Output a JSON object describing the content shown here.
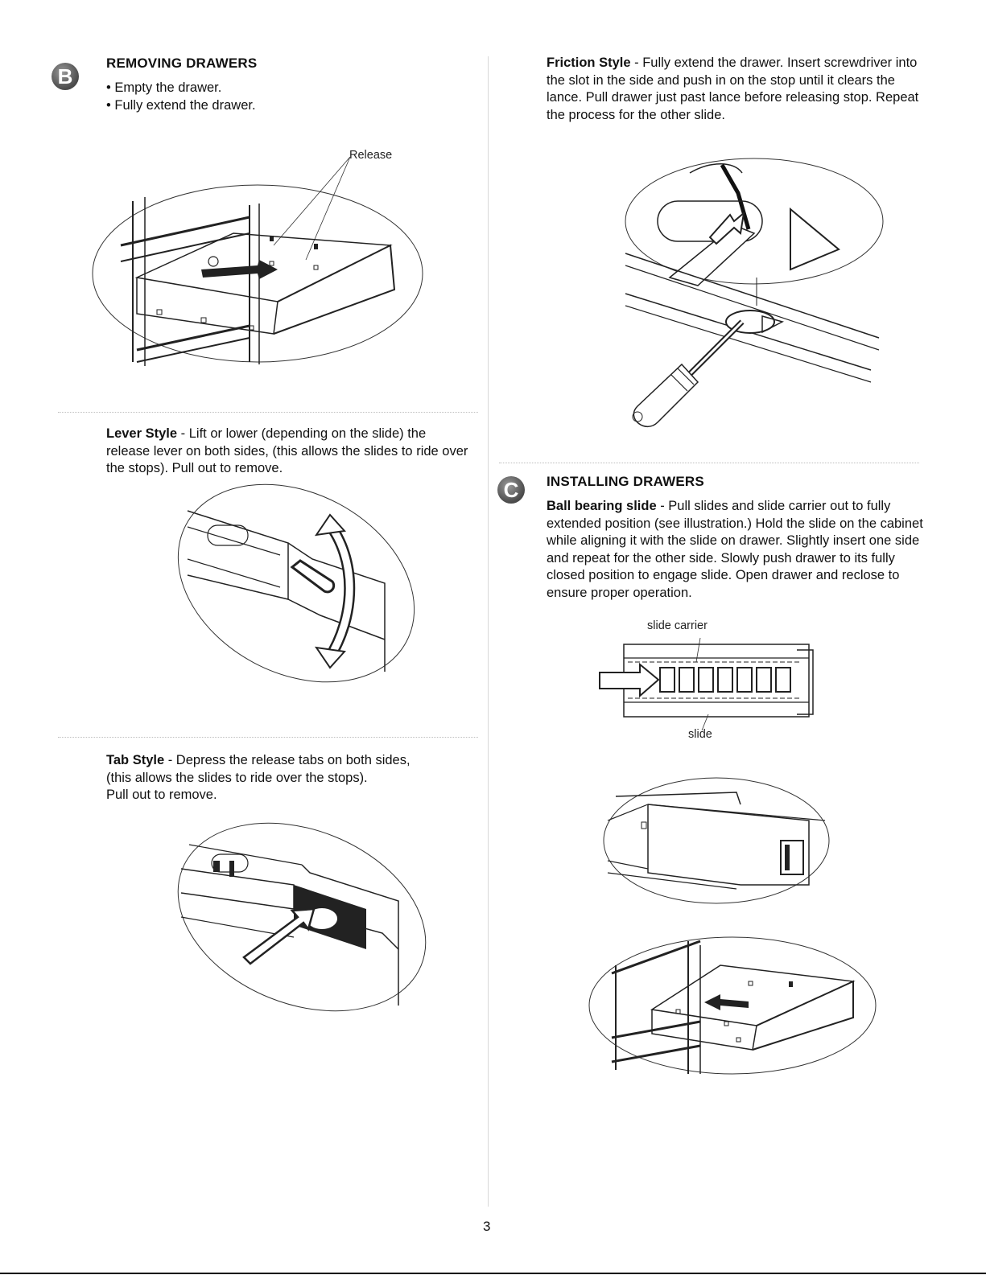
{
  "left": {
    "badge": "B",
    "heading": "REMOVING DRAWERS",
    "bullets": [
      "• Empty the drawer.",
      "• Fully extend the drawer."
    ],
    "release_label": "Release",
    "lever": {
      "title": "Lever Style",
      "text": " - Lift or lower (depending on the slide) the release lever on both sides, (this allows the slides to ride over the stops). Pull out to remove."
    },
    "tab": {
      "title": "Tab Style",
      "text_lines": [
        " - Depress the release tabs on both sides,",
        "(this allows the slides to ride over the stops).",
        "Pull out to remove."
      ]
    }
  },
  "right": {
    "friction": {
      "title": "Friction Style",
      "text": " - Fully extend the drawer. Insert screwdriver into the slot in the side and push in on the stop until it clears the lance. Pull drawer just past lance before releasing stop. Repeat the process for the other slide."
    },
    "badge": "C",
    "heading": "INSTALLING DRAWERS",
    "ball": {
      "title": "Ball bearing slide",
      "text": " - Pull slides and slide carrier out to fully extended position (see illustration.) Hold the slide on the cabinet while aligning it with the slide on drawer. Slightly insert one side and repeat for the other side. Slowly push drawer to its fully closed position to engage slide. Open drawer and reclose to ensure proper operation."
    },
    "slide_carrier_label": "slide carrier",
    "slide_label": "slide"
  },
  "page_number": "3"
}
